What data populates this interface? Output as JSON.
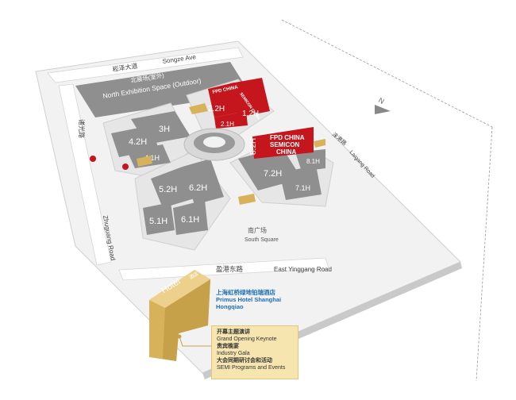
{
  "compass": {
    "north": "N"
  },
  "roads": {
    "top_zh": "崧泽大道",
    "top_en": "Songze Ave",
    "left_zh": "诸光路",
    "left_en": "Zhuguang Road",
    "bottom_zh": "盈港东路",
    "bottom_en": "East Yinggang Road",
    "right_zh": "涞港路",
    "right_en": "Laigang Road"
  },
  "areas": {
    "north_zh": "北展场(室外)",
    "north_en": "North Exhibition Space (Outdoor)",
    "south_zh": "南广场",
    "south_en": "South Square"
  },
  "halls": {
    "h3": "3H",
    "h4_2": "4.2H",
    "h4_1": "4.1H",
    "h5_2": "5.2H",
    "h6_2": "6.2H",
    "h5_1": "5.1H",
    "h6_1": "6.1H",
    "h7_2": "7.2H",
    "h7_1": "7.1H",
    "h8_1": "8.1H",
    "h2_2": "2.2H",
    "h1_2": "1.2H",
    "h2_1": "2.1H",
    "h8_2": "8.2H"
  },
  "event_logos": {
    "hall22": "FPD CHINA",
    "hall12": "SEMICON CHINA",
    "hall82_line1": "FPD CHINA",
    "hall82_line2": "SEMICON",
    "hall82_line3": "CHINA"
  },
  "hotel": {
    "building_en": "Hotel",
    "building_zh": "酒店",
    "name_zh": "上海虹桥绿地铂瑞酒店",
    "name_en_1": "Primus Hotel Shanghai",
    "name_en_2": "Hongqiao"
  },
  "legend": {
    "item1_zh": "开幕主题演讲",
    "item1_en": "Grand Opening Keynote",
    "item2_zh": "贵宾晚宴",
    "item2_en": "Industry Gala",
    "item3_zh": "大会同期研讨会和活动",
    "item3_en": "SEMI Programs and Events"
  },
  "colors": {
    "hall_red": "#c4161c",
    "gold": "#d7b25a",
    "building_grey": "#8f8f8f",
    "ground": "#f2f2f2",
    "hotel_blue": "#1f6fb5"
  }
}
